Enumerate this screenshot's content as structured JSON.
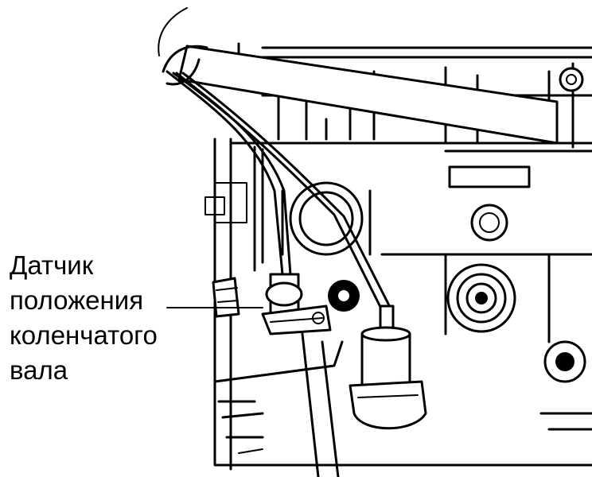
{
  "figure": {
    "callout_label": {
      "lines": [
        "Датчик",
        "положения",
        "коленчатого",
        "вала"
      ]
    },
    "colors": {
      "ink": "#000000",
      "paper": "#ffffff"
    }
  }
}
